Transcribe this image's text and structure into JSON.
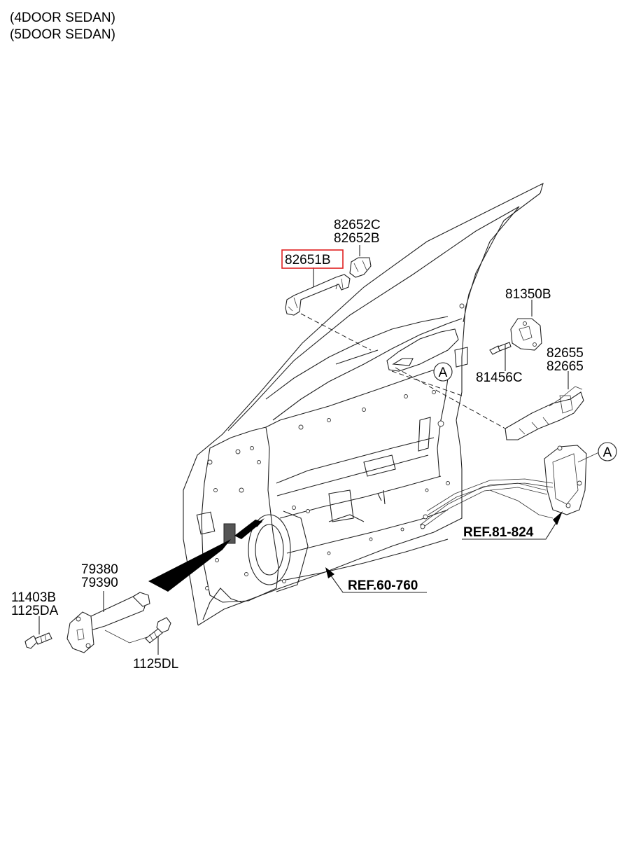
{
  "header": {
    "line1": "(4DOOR SEDAN)",
    "line2": "(5DOOR SEDAN)"
  },
  "parts": {
    "p82652C": "82652C",
    "p82652B": "82652B",
    "p82651B": "82651B",
    "p81350B": "81350B",
    "p82655": "82655",
    "p82665": "82665",
    "p81456C": "81456C",
    "p79380": "79380",
    "p79390": "79390",
    "p11403B": "11403B",
    "p1125DA": "1125DA",
    "p1125DL": "1125DL"
  },
  "refs": {
    "ref81": "REF.81-824",
    "ref60": "REF.60-760"
  },
  "callouts": {
    "a_left": "A",
    "a_right": "A"
  },
  "highlight_color": "#e02020"
}
